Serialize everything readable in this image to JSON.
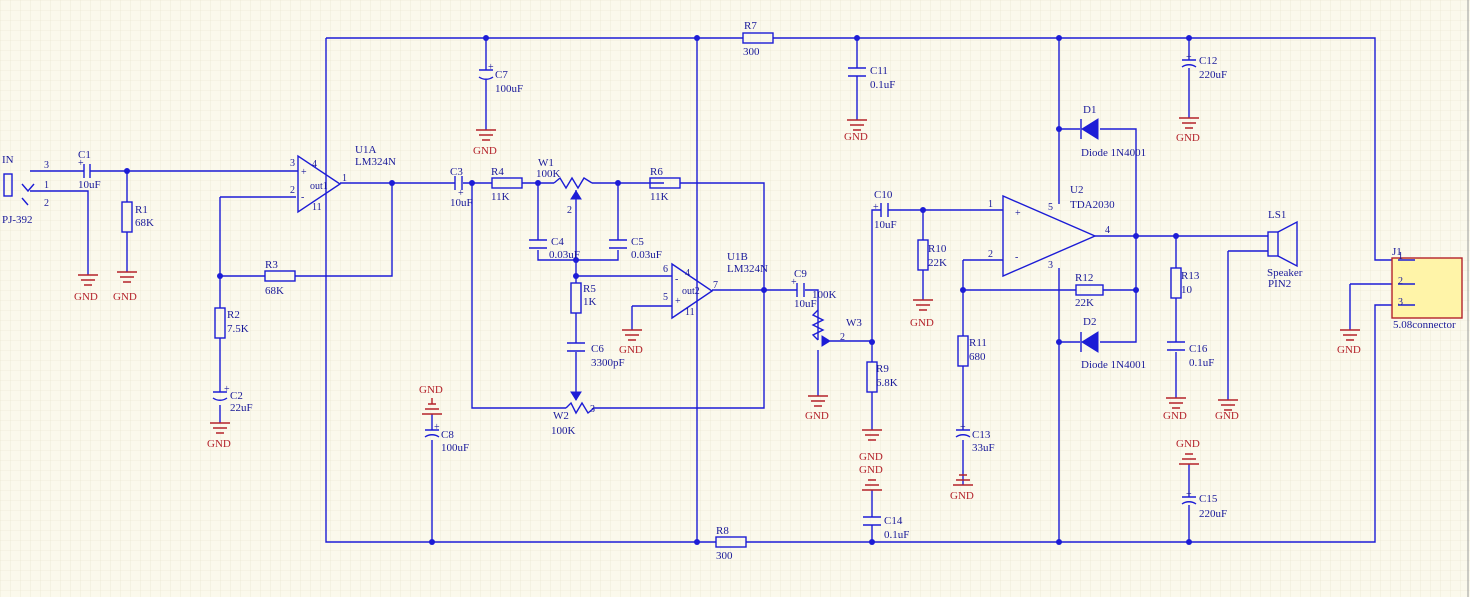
{
  "colors": {
    "wire": "#1c1cd6",
    "ground": "#b4222a",
    "background": "#fbf9ec",
    "connector_fill": "#fff4a8"
  },
  "gnd": "GND",
  "input": {
    "net": "IN",
    "jack": "PJ-392",
    "pins": [
      "3",
      "1",
      "2"
    ]
  },
  "C1": {
    "ref": "C1",
    "val": "10uF"
  },
  "R1": {
    "ref": "R1",
    "val": "68K"
  },
  "R2": {
    "ref": "R2",
    "val": "7.5K"
  },
  "R3": {
    "ref": "R3",
    "val": "68K"
  },
  "C2": {
    "ref": "C2",
    "val": "22uF"
  },
  "U1A": {
    "ref": "U1A",
    "part": "LM324N",
    "out": "out1",
    "pins": [
      "3",
      "4",
      "2",
      "11",
      "1"
    ]
  },
  "C7": {
    "ref": "C7",
    "val": "100uF"
  },
  "C8": {
    "ref": "C8",
    "val": "100uF"
  },
  "C3": {
    "ref": "C3",
    "val": "10uF"
  },
  "R4": {
    "ref": "R4",
    "val": "11K"
  },
  "W1": {
    "ref": "W1",
    "val": "100K",
    "pin": "2"
  },
  "R6": {
    "ref": "R6",
    "val": "11K"
  },
  "C4": {
    "ref": "C4",
    "val": "0.03uF"
  },
  "C5": {
    "ref": "C5",
    "val": "0.03uF"
  },
  "R5": {
    "ref": "R5",
    "val": "1K"
  },
  "C6": {
    "ref": "C6",
    "val": "3300pF"
  },
  "W2": {
    "ref": "W2",
    "val": "100K",
    "pin": "3"
  },
  "U1B": {
    "ref": "U1B",
    "part": "LM324N",
    "out": "out2",
    "pins": [
      "6",
      "4",
      "5",
      "11",
      "7"
    ]
  },
  "R7": {
    "ref": "R7",
    "val": "300"
  },
  "R8": {
    "ref": "R8",
    "val": "300"
  },
  "C11": {
    "ref": "C11",
    "val": "0.1uF"
  },
  "C9": {
    "ref": "C9",
    "val": "10uF"
  },
  "W3": {
    "ref": "W3",
    "val": "100K",
    "pin": "2"
  },
  "R9": {
    "ref": "R9",
    "val": "6.8K"
  },
  "C14": {
    "ref": "C14",
    "val": "0.1uF"
  },
  "C10": {
    "ref": "C10",
    "val": "10uF"
  },
  "R10": {
    "ref": "R10",
    "val": "22K"
  },
  "R11": {
    "ref": "R11",
    "val": "680"
  },
  "C13": {
    "ref": "C13",
    "val": "33uF"
  },
  "U2": {
    "ref": "U2",
    "part": "TDA2030",
    "pins": [
      "1",
      "2",
      "5",
      "3",
      "4"
    ]
  },
  "R12": {
    "ref": "R12",
    "val": "22K"
  },
  "D1": {
    "ref": "D1",
    "val": "Diode 1N4001"
  },
  "D2": {
    "ref": "D2",
    "val": "Diode 1N4001"
  },
  "C12": {
    "ref": "C12",
    "val": "220uF"
  },
  "C15": {
    "ref": "C15",
    "val": "220uF"
  },
  "R13": {
    "ref": "R13",
    "val": "10"
  },
  "C16": {
    "ref": "C16",
    "val": "0.1uF"
  },
  "LS1": {
    "ref": "LS1",
    "val": "Speaker",
    "pin": "PIN2"
  },
  "J1": {
    "ref": "J1",
    "val": "5.08connector",
    "pins": [
      "1",
      "2",
      "3"
    ]
  }
}
